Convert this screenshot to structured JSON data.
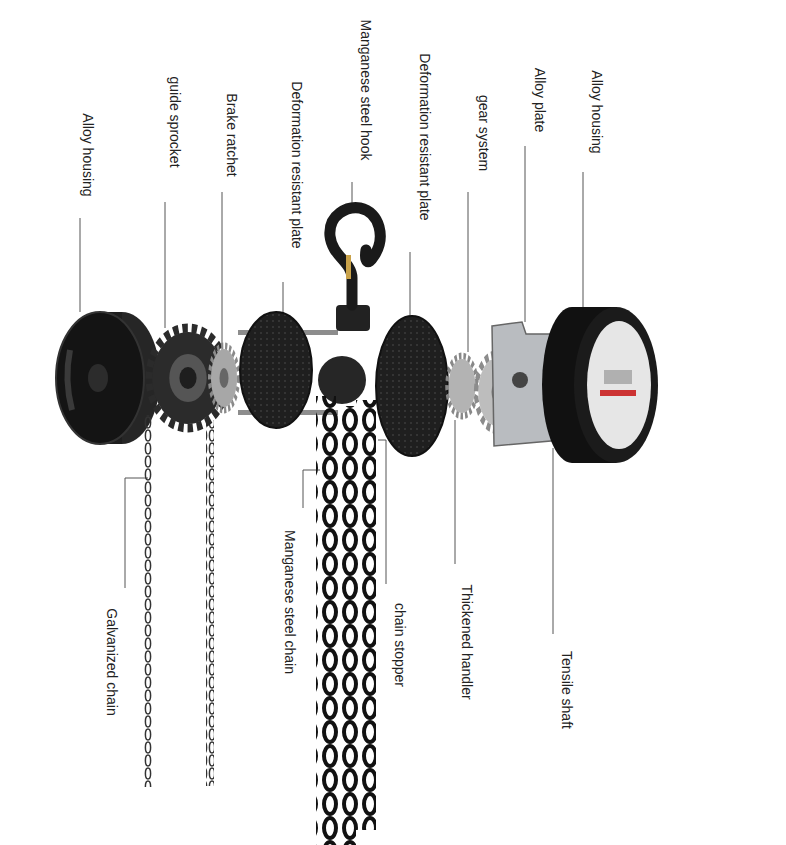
{
  "diagram": {
    "labels": [
      "Alloy housing",
      "guide sprocket",
      "Brake ratchet",
      "Deformation resistant plate",
      "Manganese steel hook",
      "Deformation resistant plate",
      "gear system",
      "Alloy plate",
      "Alloy housing",
      "Galvanized chain",
      "Manganese steel chain",
      "chain stopper",
      "Thickened handler",
      "Tensile shaft"
    ]
  }
}
